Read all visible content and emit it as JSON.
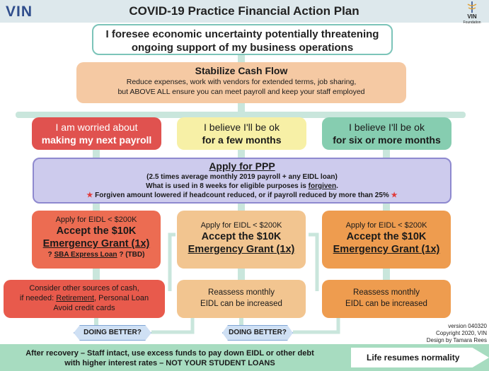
{
  "header": {
    "logo": "VIN",
    "title": "COVID-19 Practice Financial Action Plan",
    "foundation": [
      "VIN",
      "Foundation"
    ]
  },
  "top_box": {
    "line1": "I foresee economic uncertainty potentially threatening",
    "line2": "ongoing support of my business operations"
  },
  "stabilize": {
    "title": "Stabilize Cash Flow",
    "line1": "Reduce expenses, work with vendors for extended terms, job sharing,",
    "line2": "but ABOVE ALL ensure you can meet payroll and keep your staff employed"
  },
  "scenarios": {
    "a": {
      "line1": "I am worried about",
      "line2": "making my next payroll"
    },
    "b": {
      "line1": "I believe I'll be ok",
      "line2": "for a few months"
    },
    "c": {
      "line1": "I believe I'll be ok",
      "line2": "for six or more months"
    }
  },
  "ppp": {
    "title": "Apply for PPP",
    "line1": "(2.5 times average monthly 2019 payroll + any EIDL loan)",
    "line2_pre": "What is used in 8 weeks for eligible purposes is ",
    "line2_u": "forgiven",
    "line2_post": ".",
    "line3": "Forgiven amount lowered if headcount reduced, or if payroll reduced by more than 25%",
    "star": "★"
  },
  "eidl": {
    "apply": "Apply for EIDL < $200K",
    "accept": "Accept the $10K",
    "grant": "Emergency Grant (1x)",
    "sba_pre": "? ",
    "sba_u": "SBA Express Loan",
    "sba_post": " ? (TBD)"
  },
  "consider": {
    "line1": "Consider other sources of cash,",
    "line2_pre": "if needed: ",
    "line2_u": "Retirement",
    "line2_post": ", Personal Loan",
    "line3": "Avoid credit cards"
  },
  "reassess": {
    "line1": "Reassess monthly",
    "line2": "EIDL can be increased"
  },
  "doing_better": "DOING BETTER?",
  "footer": {
    "line1": "After recovery – Staff intact, use excess funds to pay down EIDL or other debt",
    "line2": "with higher interest rates – NOT YOUR STUDENT LOANS",
    "resumes": "Life resumes normality"
  },
  "version": {
    "line1": "version 040320",
    "line2": "Copyright 2020, VIN",
    "line3": "Design by Tamara Rees"
  }
}
